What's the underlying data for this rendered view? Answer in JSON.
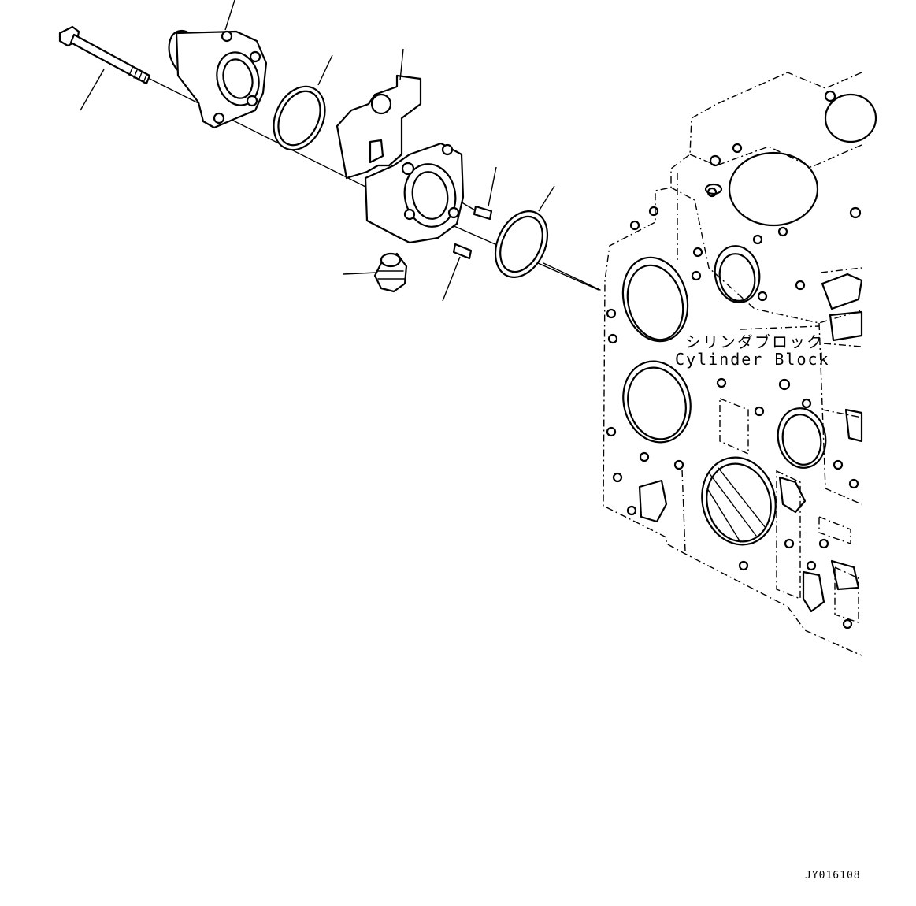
{
  "diagram": {
    "callouts": {
      "cylinder_block_jp": "シリンダブロック",
      "cylinder_block_en": "Cylinder Block"
    },
    "drawing_code": "JY016108"
  }
}
